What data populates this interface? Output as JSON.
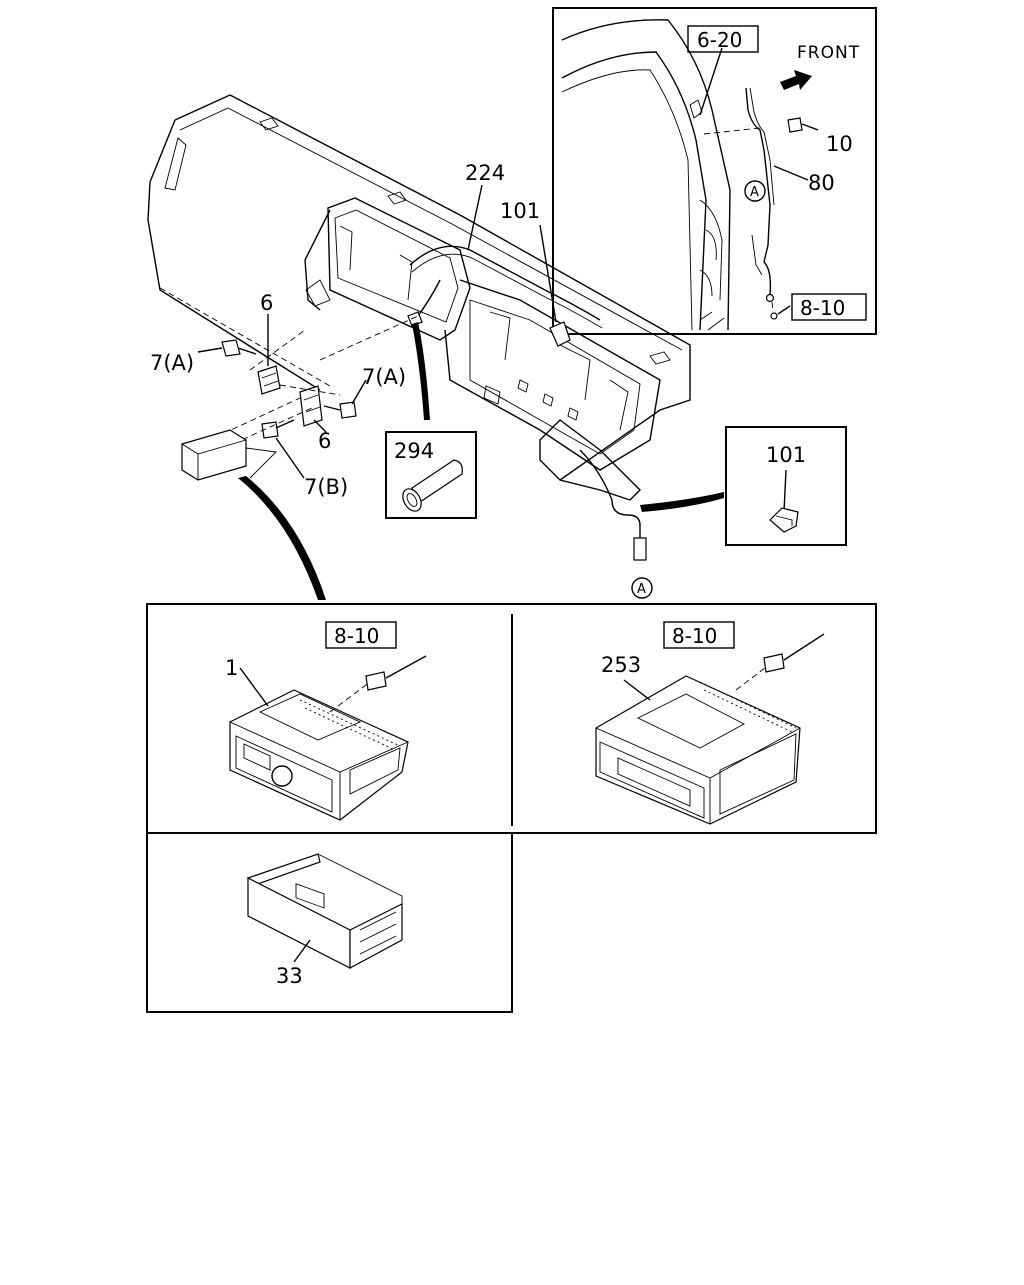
{
  "labels": {
    "front": "FRONT",
    "ref_6_20": "6-20",
    "ref_8_10_inset": "8-10",
    "ref_8_10_radio1": "8-10",
    "ref_8_10_radio2": "8-10",
    "part_10": "10",
    "part_80": "80",
    "part_224": "224",
    "part_101_main": "101",
    "part_101_detail": "101",
    "part_6_top": "6",
    "part_6_bottom": "6",
    "part_7a_left": "7(A)",
    "part_7a_right": "7(A)",
    "part_7b": "7(B)",
    "part_294": "294",
    "part_1": "1",
    "part_253": "253",
    "part_33": "33",
    "circle_a_inset": "A",
    "circle_a_main": "A"
  }
}
